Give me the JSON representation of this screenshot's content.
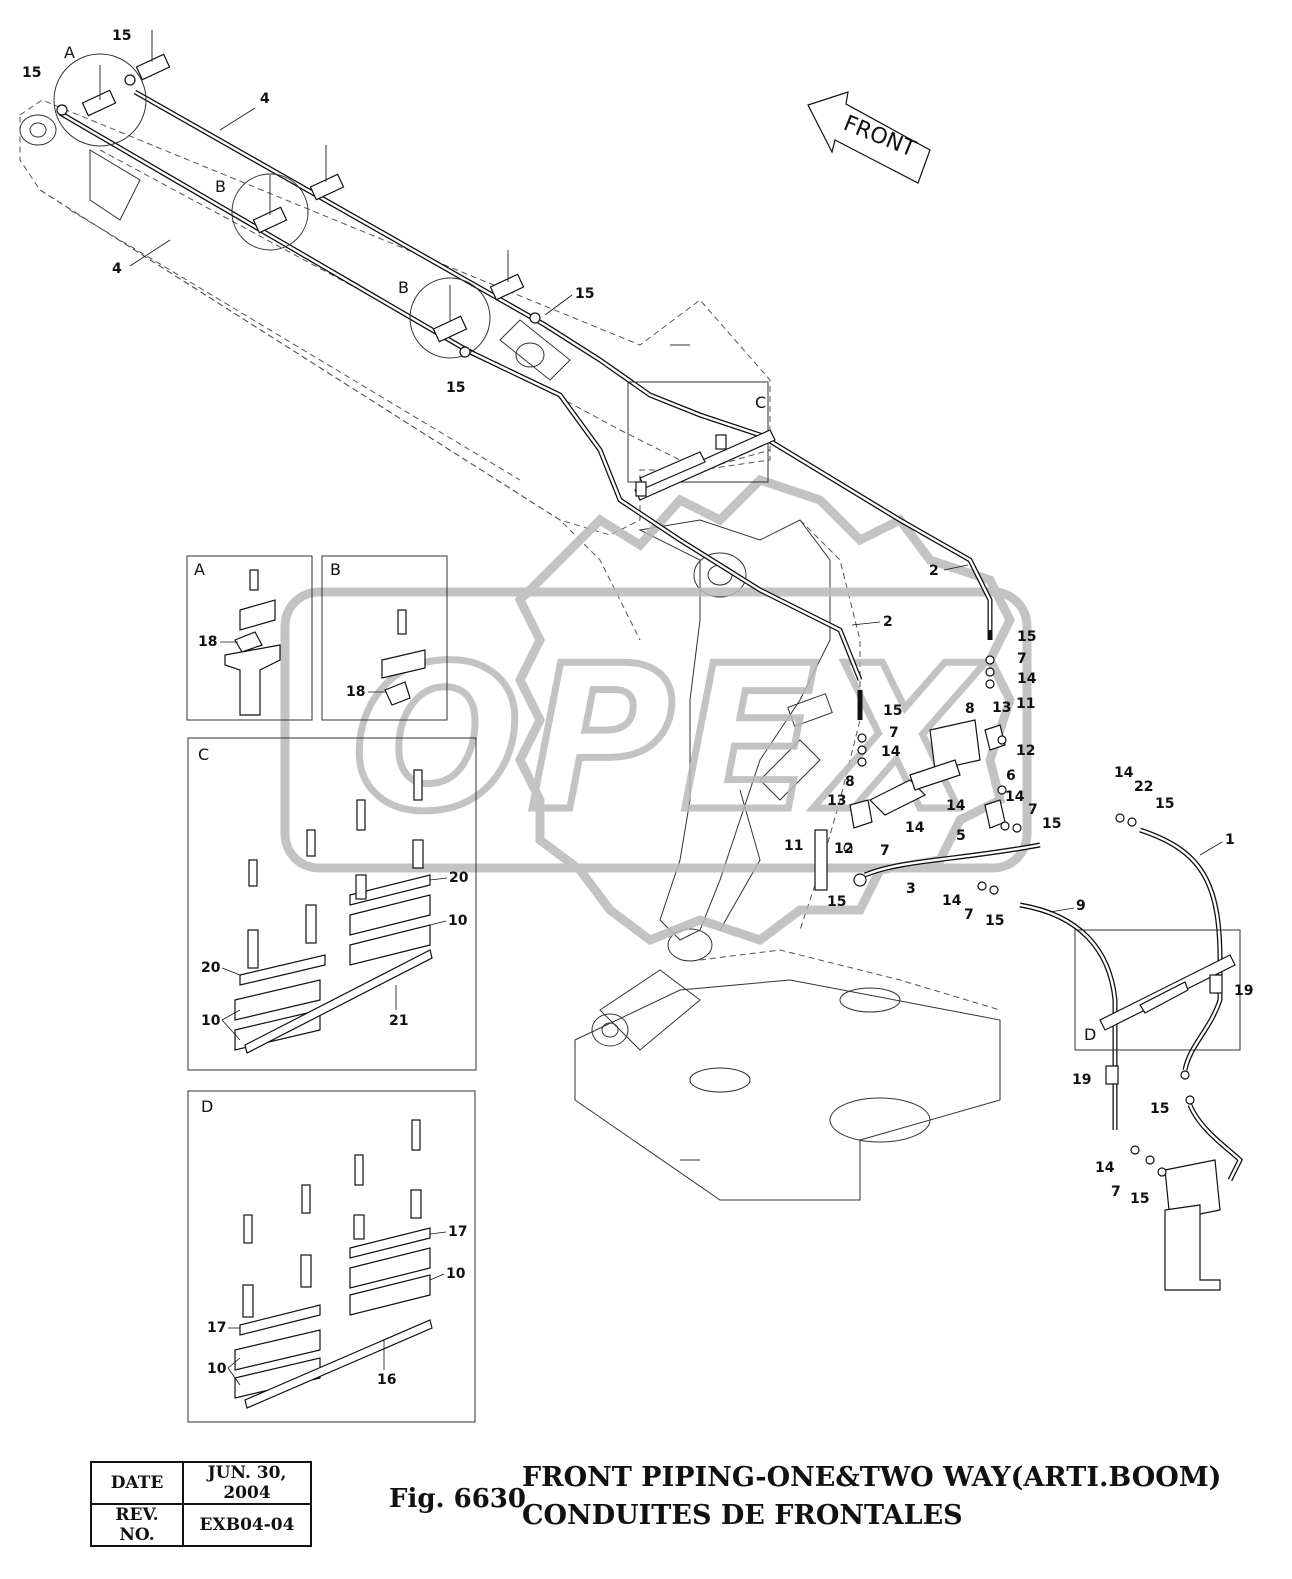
{
  "watermark": {
    "text": "OPEX"
  },
  "front_arrow": {
    "label": "FRONT"
  },
  "detail_letters": [
    "A",
    "B",
    "B",
    "C",
    "D"
  ],
  "insets": [
    {
      "letter": "A"
    },
    {
      "letter": "B"
    },
    {
      "letter": "C"
    },
    {
      "letter": "D"
    }
  ],
  "callouts": [
    "1",
    "2",
    "3",
    "4",
    "5",
    "6",
    "7",
    "8",
    "9",
    "10",
    "11",
    "12",
    "13",
    "14",
    "15",
    "16",
    "17",
    "18",
    "19",
    "20",
    "21",
    "22"
  ],
  "info_table": {
    "date_label": "DATE",
    "date_value": "JUN. 30, 2004",
    "rev_label": "REV. NO.",
    "rev_value": "EXB04-04"
  },
  "figure": {
    "number": "Fig. 6630",
    "title_line1": "FRONT PIPING-ONE&TWO WAY(ARTI.BOOM)",
    "title_line2": "CONDUITES DE FRONTALES"
  }
}
